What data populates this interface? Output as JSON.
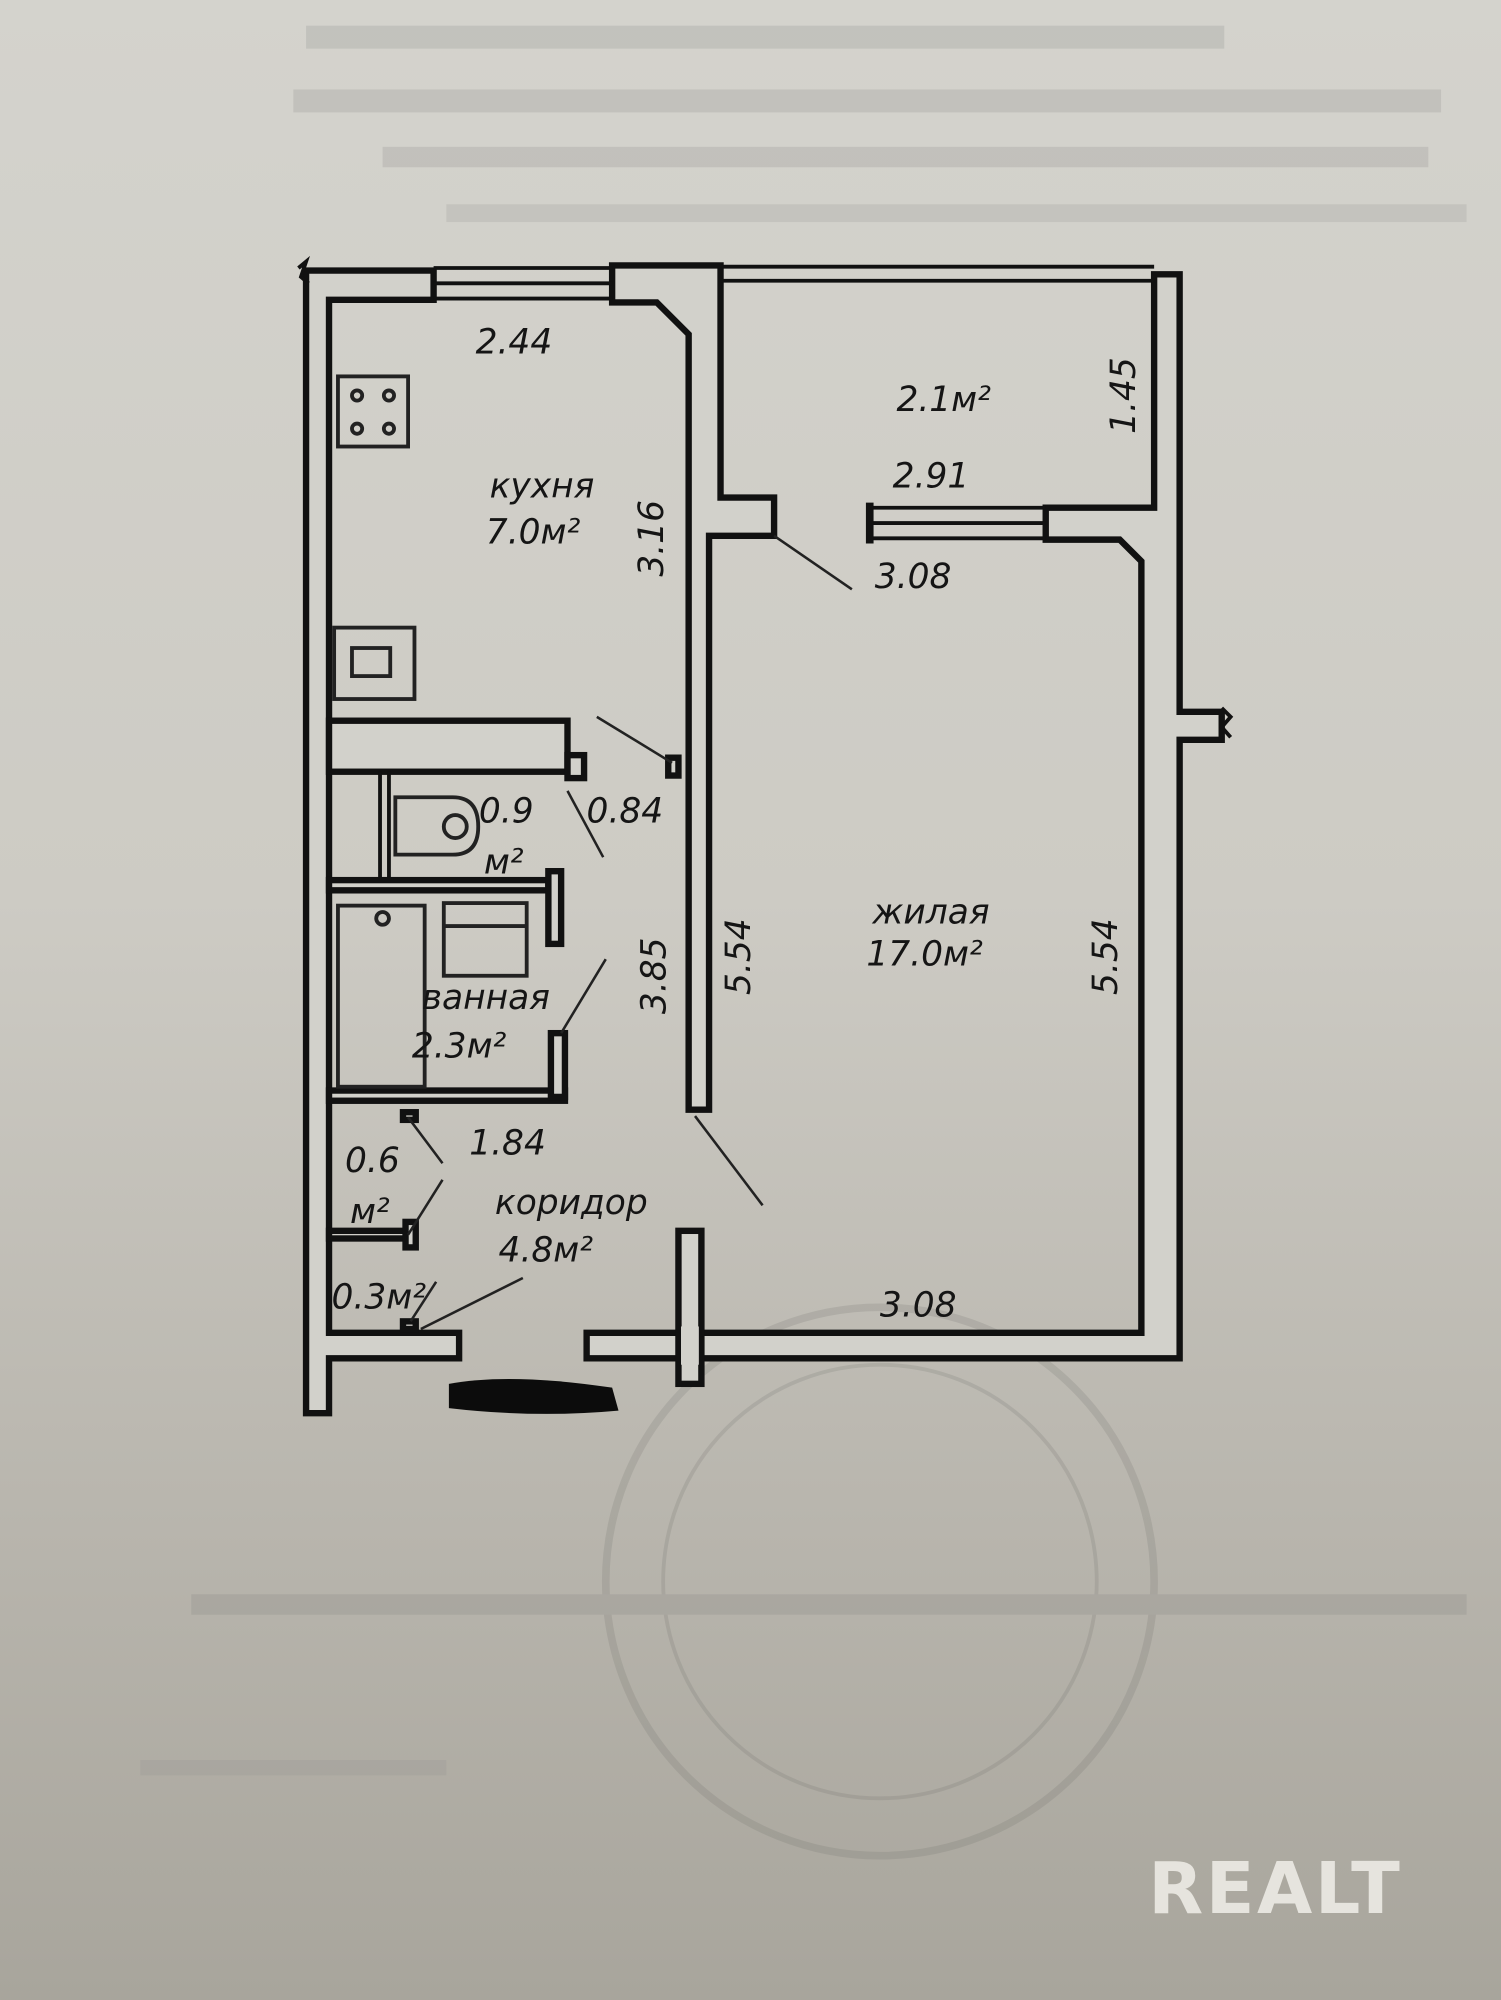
{
  "plan": {
    "dimensions": {
      "kitchen_width": "2.44",
      "kitchen_length": "3.16",
      "balcony_width": "2.91",
      "balcony_depth": "1.45",
      "living_top_width": "3.08",
      "living_left_length": "5.54",
      "living_right_length": "5.54",
      "living_bottom_width": "3.08",
      "hall_width": "0.84",
      "hall_length": "3.85",
      "corridor_width": "1.84"
    },
    "rooms": {
      "kitchen_name": "кухня",
      "kitchen_area": "7.0м²",
      "balcony_area": "2.1м²",
      "living_name": "жилая",
      "living_area": "17.0м²",
      "toilet_area_value": "0.9",
      "toilet_area_unit": "м²",
      "bathroom_name": "ванная",
      "bathroom_area": "2.3м²",
      "closet_area_value": "0.6",
      "closet_area_unit": "м²",
      "corridor_name": "коридор",
      "corridor_area": "4.8м²",
      "niche_area": "0.3м²"
    }
  },
  "watermark": {
    "logo_text": "REALT"
  }
}
